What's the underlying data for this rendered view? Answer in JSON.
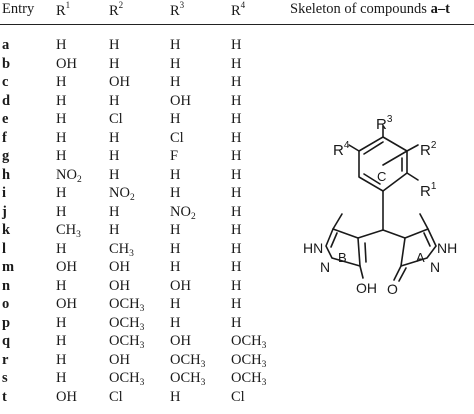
{
  "header": {
    "entry": "Entry",
    "r1": "R",
    "r1_sup": "1",
    "r2": "R",
    "r2_sup": "2",
    "r3": "R",
    "r3_sup": "3",
    "r4": "R",
    "r4_sup": "4",
    "skeleton": "Skeleton of compounds ",
    "skeleton_range": "a–t"
  },
  "rows": [
    {
      "entry": "a",
      "r1": "H",
      "r2": "H",
      "r3": "H",
      "r4": "H"
    },
    {
      "entry": "b",
      "r1": "OH",
      "r2": "H",
      "r3": "H",
      "r4": "H"
    },
    {
      "entry": "c",
      "r1": "H",
      "r2": "OH",
      "r3": "H",
      "r4": "H"
    },
    {
      "entry": "d",
      "r1": "H",
      "r2": "H",
      "r3": "OH",
      "r4": "H"
    },
    {
      "entry": "e",
      "r1": "H",
      "r2": "Cl",
      "r3": "H",
      "r4": "H"
    },
    {
      "entry": "f",
      "r1": "H",
      "r2": "H",
      "r3": "Cl",
      "r4": "H"
    },
    {
      "entry": "g",
      "r1": "H",
      "r2": "H",
      "r3": "F",
      "r4": "H"
    },
    {
      "entry": "h",
      "r1": "NO2",
      "r2": "H",
      "r3": "H",
      "r4": "H"
    },
    {
      "entry": "i",
      "r1": "H",
      "r2": "NO2",
      "r3": "H",
      "r4": "H"
    },
    {
      "entry": "j",
      "r1": "H",
      "r2": "H",
      "r3": "NO2",
      "r4": "H"
    },
    {
      "entry": "k",
      "r1": "CH3",
      "r2": "H",
      "r3": "H",
      "r4": "H"
    },
    {
      "entry": "l",
      "r1": "H",
      "r2": "CH3",
      "r3": "H",
      "r4": "H"
    },
    {
      "entry": "m",
      "r1": "OH",
      "r2": "OH",
      "r3": "H",
      "r4": "H"
    },
    {
      "entry": "n",
      "r1": "H",
      "r2": "OH",
      "r3": "OH",
      "r4": "H"
    },
    {
      "entry": "o",
      "r1": "OH",
      "r2": "OCH3",
      "r3": "H",
      "r4": "H"
    },
    {
      "entry": "p",
      "r1": "H",
      "r2": "OCH3",
      "r3": "H",
      "r4": "H"
    },
    {
      "entry": "q",
      "r1": "H",
      "r2": "OCH3",
      "r3": "OH",
      "r4": "OCH3"
    },
    {
      "entry": "r",
      "r1": "H",
      "r2": "OH",
      "r3": "OCH3",
      "r4": "OCH3"
    },
    {
      "entry": "s",
      "r1": "H",
      "r2": "OCH3",
      "r3": "OCH3",
      "r4": "OCH3"
    },
    {
      "entry": "t",
      "r1": "OH",
      "r2": "Cl",
      "r3": "H",
      "r4": "Cl"
    }
  ],
  "structure": {
    "labels": {
      "r1": "R",
      "r1_sup": "1",
      "r2": "R",
      "r2_sup": "2",
      "r3": "R",
      "r3_sup": "3",
      "r4": "R",
      "r4_sup": "4",
      "ring_a": "A",
      "ring_b": "B",
      "ring_c": "C",
      "hn": "HN",
      "nh": "NH",
      "n_left": "N",
      "n_right": "N",
      "oh": "OH",
      "o": "O"
    }
  }
}
